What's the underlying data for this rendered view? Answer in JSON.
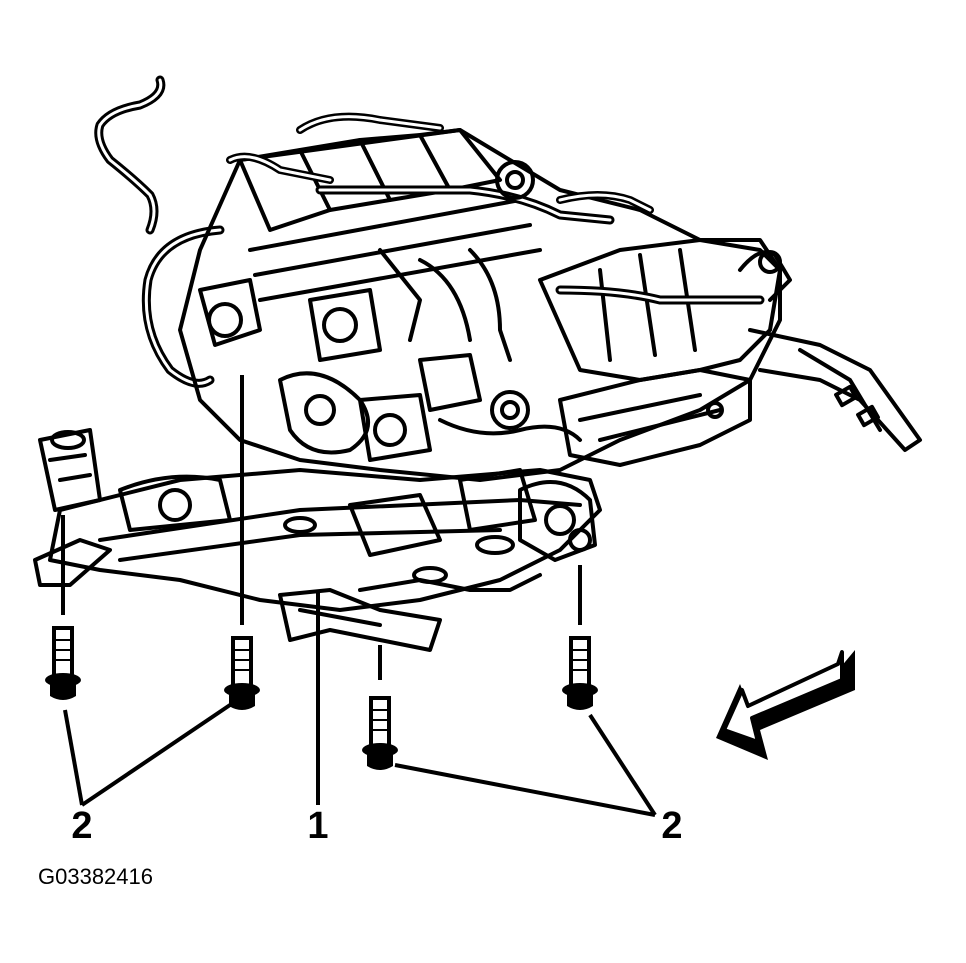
{
  "callouts": [
    {
      "id": "engine-frame",
      "number": "1"
    },
    {
      "id": "bolts-left",
      "number": "2"
    },
    {
      "id": "bolts-right",
      "number": "2"
    }
  ],
  "figure_code": "G03382416",
  "colors": {
    "ink": "#000000",
    "paper": "#ffffff"
  },
  "icons": [
    "front-direction-arrow-icon",
    "bolt-icon"
  ]
}
